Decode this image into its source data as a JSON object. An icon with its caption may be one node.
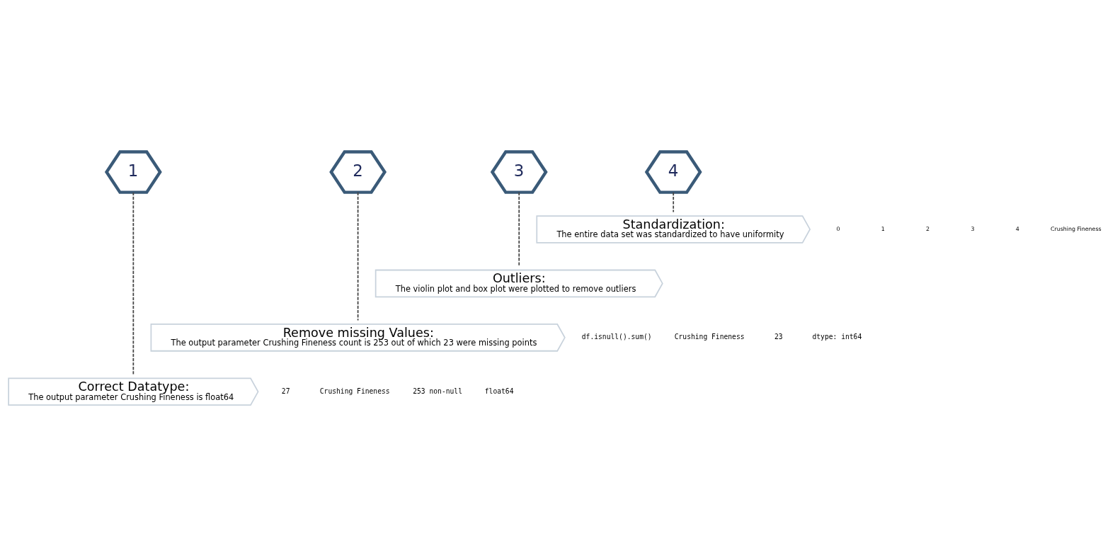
{
  "diagram": {
    "nodes": [
      {
        "text": [
          "1"
        ]
      },
      {
        "text": [
          "2"
        ]
      },
      {
        "text": [
          "3"
        ]
      },
      {
        "text": [
          "4"
        ]
      },
      {
        "text": [
          "Standardization:",
          "The entire data set was standardized to have uniformity"
        ]
      },
      {
        "text": [
          "Outliers:",
          "The violin plot and box plot were plotted to remove outliers"
        ]
      },
      {
        "text": [
          "Remove missing Values:",
          "The output parameter Crushing Fineness count is 253 out of which 23 were missing points"
        ]
      },
      {
        "text": [
          "Correct Datatype:",
          "The output parameter Crushing Fineness is float64"
        ]
      }
    ],
    "edges": [
      {
        "from": 0,
        "to": 7,
        "arrow": "none",
        "style": "dashed"
      },
      {
        "from": 1,
        "to": 6,
        "arrow": "none",
        "style": "dashed"
      },
      {
        "from": 2,
        "to": 5,
        "arrow": "none",
        "style": "dashed"
      },
      {
        "from": 3,
        "to": 4,
        "arrow": "none",
        "style": "dashed"
      }
    ],
    "labels": [
      "0",
      "1",
      "2",
      "3",
      "4",
      "Crushing Fineness",
      "df.isnull().sum()",
      "Crushing Fineness",
      "23",
      "dtype: int64",
      "27",
      "Crushing Fineness",
      "253 non-null",
      "float64"
    ]
  }
}
